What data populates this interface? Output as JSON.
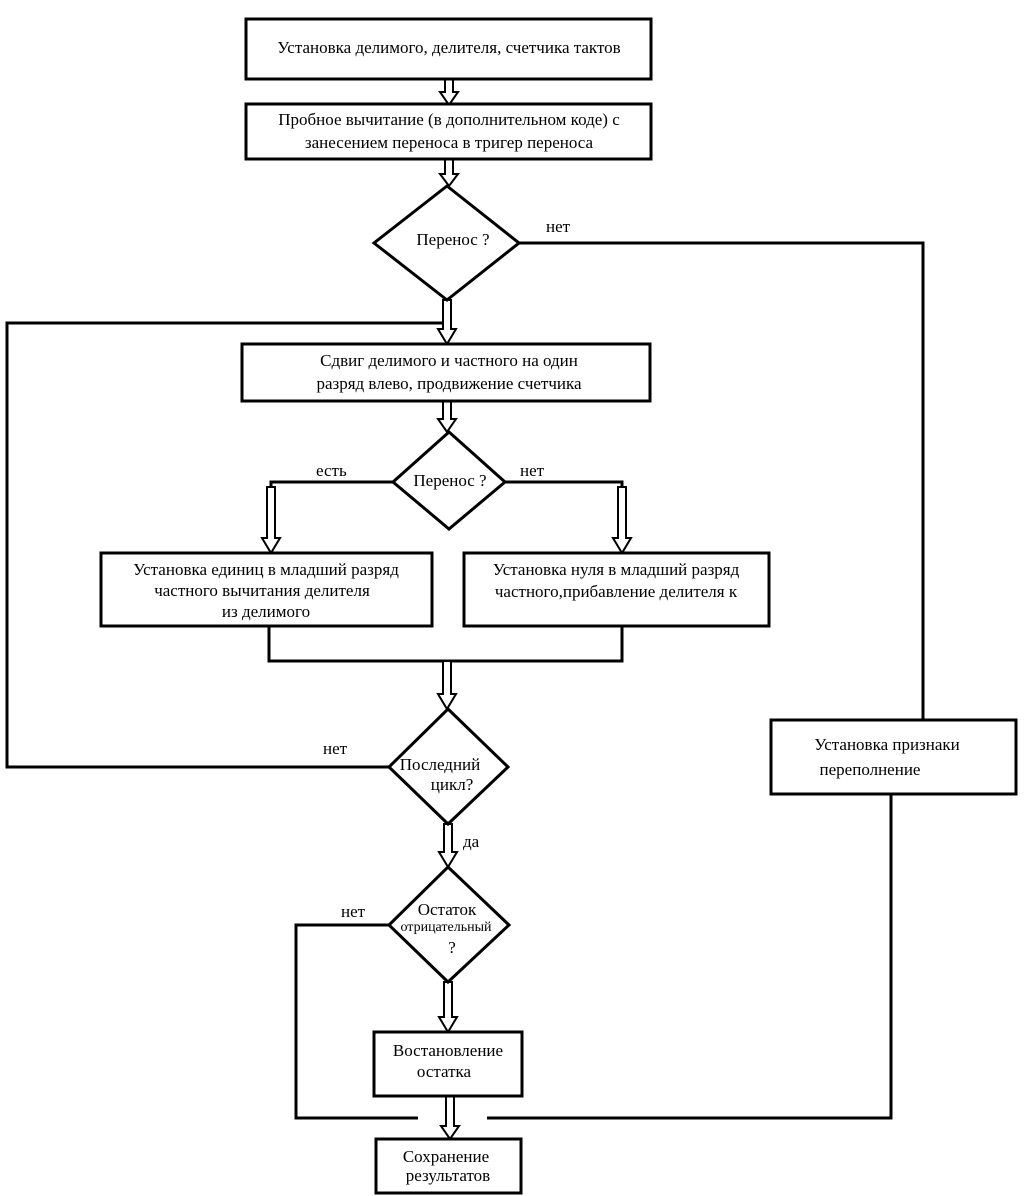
{
  "nodes": {
    "setup": "Установка делимого, делителя, счетчика тактов",
    "trial_line1": "Пробное вычитание (в дополнительном коде) с",
    "trial_line2": "занесением переноса в тригер переноса",
    "carry1": "Перенос ?",
    "shift_line1": "Сдвиг делимого и частного на один",
    "shift_line2": "разряд влево, продвижение счетчика",
    "carry2": "Перенос ?",
    "set_one_line1": "Установка единиц в младший разряд",
    "set_one_line2": "частного вычитания делителя",
    "set_one_line3": "из делимого",
    "set_zero_line1": "Установка нуля в младший разряд",
    "set_zero_line2": "частного,прибавление делителя к",
    "last_line1": "Последний",
    "last_line2": "цикл?",
    "rem_line1": "Остаток",
    "rem_line2": "отрицательный",
    "rem_line3": "?",
    "restore_line1": "Востановление",
    "restore_line2": "остатка",
    "overflow_line1": "Установка признаки",
    "overflow_line2": "переполнение",
    "save_line1": "Сохранение",
    "save_line2": "результатов"
  },
  "labels": {
    "carry1_no": "нет",
    "carry2_yes": "есть",
    "carry2_no": "нет",
    "last_no": "нет",
    "last_yes": "да",
    "rem_no": "нет"
  }
}
